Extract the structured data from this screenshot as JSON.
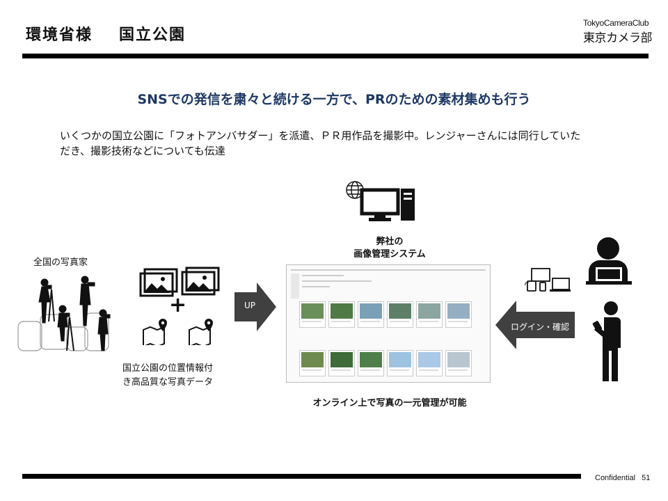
{
  "header": {
    "title_part1": "環境省様",
    "title_part2": "国立公園",
    "logo_en": "TokyoCameraClub",
    "logo_jp": "東京カメラ部"
  },
  "headline": "SNSでの発信を粛々と続ける一方で、PRのための素材集めも行う",
  "description": "いくつかの国立公園に「フォトアンバサダー」を派遣、ＰＲ用作品を撮影中。レンジャーさんには同行していただき、撮影技術などについても伝達",
  "left": {
    "photographers_label": "全国の写真家",
    "data_label_line1": "国立公園の位置情報付",
    "data_label_line2": "き高品質な写真データ",
    "plus": "+"
  },
  "arrows": {
    "up_label": "UP",
    "login_label": "ログイン・確認"
  },
  "system": {
    "label_line1": "弊社の",
    "label_line2": "画像管理システム",
    "caption": "オンライン上で写真の一元管理が可能"
  },
  "footer": {
    "confidential": "Confidential",
    "page_number": "51"
  },
  "icons": [
    "globe-icon",
    "desktop-computer-icon",
    "photographer-silhouettes",
    "photo-icon",
    "map-pin-icon",
    "devices-icon",
    "laptop-user-icon",
    "smartphone-user-icon"
  ]
}
